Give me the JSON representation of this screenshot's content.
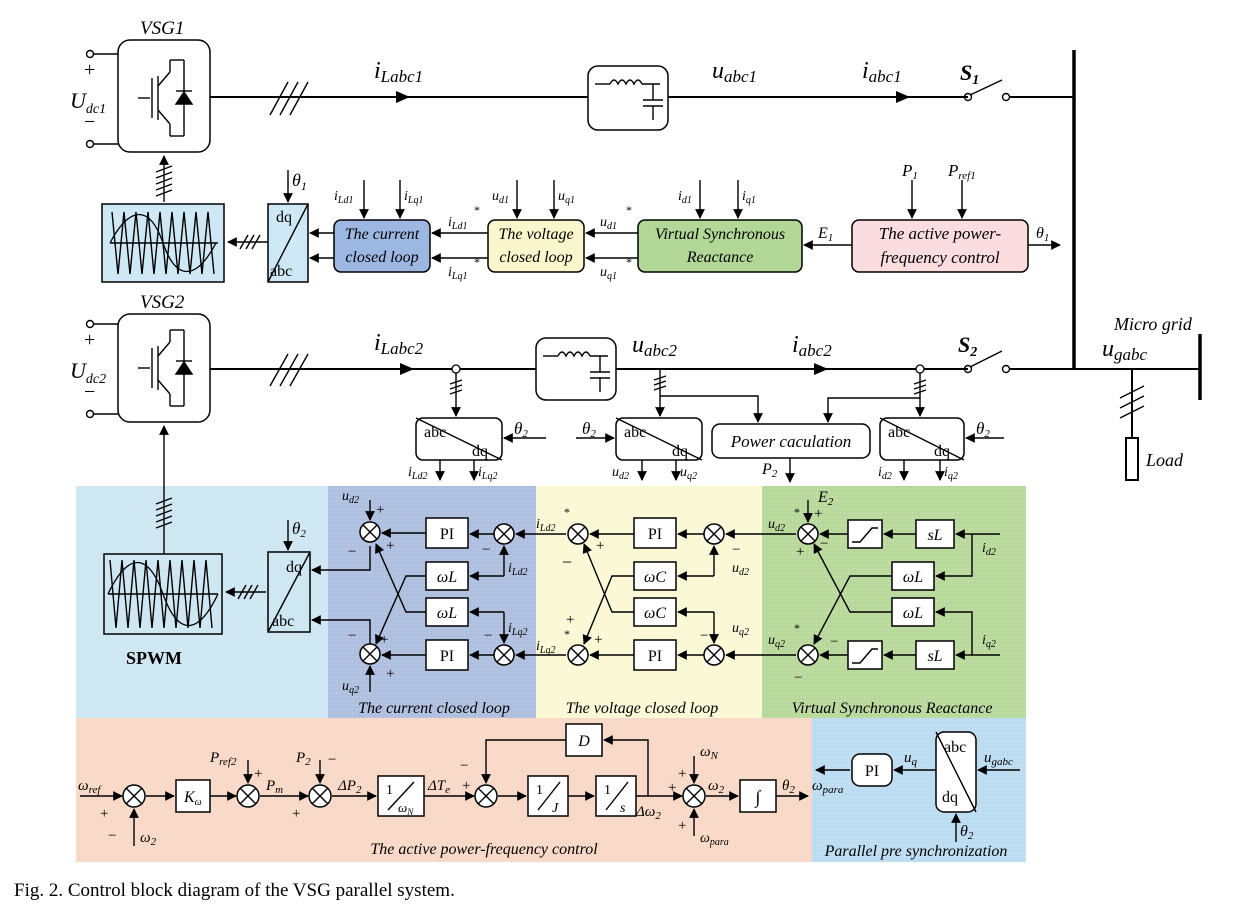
{
  "caption": "Fig. 2. Control block diagram of the VSG parallel system.",
  "top": {
    "vsg1": "VSG1",
    "udc1": "U",
    "udc1_sub": "dc1",
    "iLabc1": "i",
    "iLabc1_sub": "Labc1",
    "uabc1": "u",
    "uabc1_sub": "abc1",
    "iabc1": "i",
    "iabc1_sub": "abc1",
    "s1": "S",
    "s1_sub": "1",
    "theta1": "θ",
    "theta1_sub": "1",
    "current_loop": [
      "The current",
      "closed loop"
    ],
    "voltage_loop": [
      "The voltage",
      "closed loop"
    ],
    "vsr": [
      "Virtual Synchronous",
      "Reactance"
    ],
    "apfc": [
      "The active power-",
      "frequency control"
    ],
    "E1": "E",
    "E1_sub": "1",
    "P1": "P",
    "P1_sub": "1",
    "Pref1": "P",
    "Pref1_sub": "ref1",
    "iLd1": "i",
    "iLd1_sub": "Ld1",
    "iLq1": "i",
    "iLq1_sub": "Lq1",
    "ud1": "u",
    "ud1_sub": "d1",
    "uq1": "u",
    "uq1_sub": "q1",
    "id1": "i",
    "id1_sub": "d1",
    "iq1": "i",
    "iq1_sub": "q1",
    "dq": "dq",
    "abc": "abc",
    "star": "*"
  },
  "mid": {
    "vsg2": "VSG2",
    "udc2": "U",
    "udc2_sub": "dc2",
    "iLabc2": "i",
    "iLabc2_sub": "Labc2",
    "uabc2": "u",
    "uabc2_sub": "abc2",
    "iabc2": "i",
    "iabc2_sub": "abc2",
    "s2": "S",
    "s2_sub": "2",
    "micro_grid": "Micro grid",
    "ugabc": "u",
    "ugabc_sub": "gabc",
    "load": "Load",
    "power_calc": "Power caculation",
    "P2": "P",
    "P2_sub": "2",
    "theta2": "θ",
    "theta2_sub": "2",
    "iLd2": "i",
    "iLd2_sub": "Ld2",
    "iLq2": "i",
    "iLq2_sub": "Lq2",
    "ud2": "u",
    "ud2_sub": "d2",
    "uq2": "u",
    "uq2_sub": "q2",
    "id2": "i",
    "id2_sub": "d2",
    "iq2": "i",
    "iq2_sub": "q2"
  },
  "loops": {
    "spwm": "SPWM",
    "current_title": "The current  closed loop",
    "voltage_title": "The voltage  closed loop",
    "vsr_title": "Virtual Synchronous Reactance",
    "PI": "PI",
    "omegaL": "ωL",
    "omegaC": "ωC",
    "sL": "sL",
    "E2": "E",
    "E2_sub": "2",
    "plus": "+",
    "minus": "−"
  },
  "bottom": {
    "apfc_title": "The active power-frequency control",
    "sync_title": "Parallel pre synchronization",
    "omega_ref": "ω",
    "omega_ref_sub": "ref",
    "omega2": "ω",
    "omega2_sub": "2",
    "K": "K",
    "K_sub": "ω",
    "Pref2": "P",
    "Pref2_sub": "ref2",
    "Pm": "P",
    "Pm_sub": "m",
    "dP2": "ΔP",
    "dP2_sub": "2",
    "dTe": "ΔT",
    "dTe_sub": "e",
    "D": "D",
    "J": "J",
    "s": "s",
    "one": "1",
    "omegaN": "ω",
    "omegaN_sub": "N",
    "d_omega2": "Δω",
    "d_omega2_sub": "2",
    "omega_para": "ω",
    "omega_para_sub": "para",
    "integral": "∫",
    "uq": "u",
    "uq_sub": "q",
    "ugabc": "u",
    "ugabc_sub": "gabc"
  },
  "colors": {
    "spwm_bg": "#cfe6f3",
    "current_bg": "#aebfdf",
    "voltage_bg": "#fbf8d6",
    "vsr_bg": "#b9d99c",
    "apfc_bg": "#f8d8c6",
    "sync_bg": "#bcdcf2",
    "apfc1_box": "#fbdde0",
    "voltage1_box": "#fbf7cc",
    "vsr1_box": "#b2d796",
    "current1_box": "#9db7e3",
    "spwm1_box": "#cfe8f6"
  }
}
